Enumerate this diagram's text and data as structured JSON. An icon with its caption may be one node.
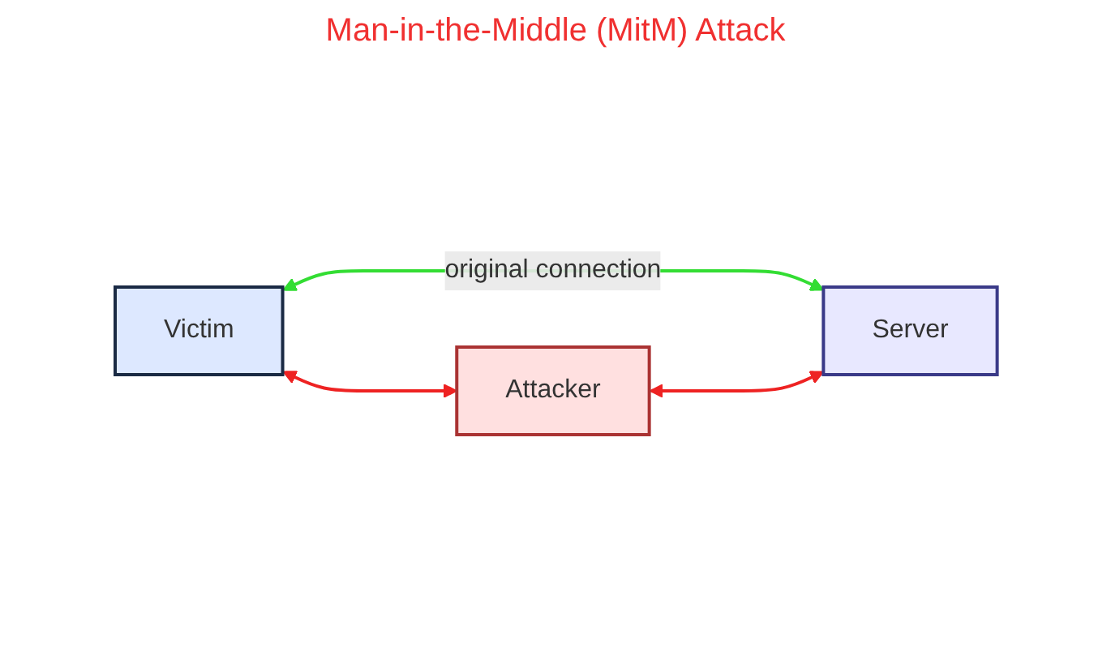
{
  "diagram": {
    "nodes": [
      {
        "text": [
          "Victim"
        ]
      },
      {
        "text": [
          "Server"
        ]
      },
      {
        "text": [
          "Attacker"
        ]
      }
    ],
    "edges": [
      {
        "from": 0,
        "to": 1,
        "arrow": "both",
        "label": "original connection",
        "color": "#33dd33"
      },
      {
        "from": 0,
        "to": 2,
        "arrow": "both"
      },
      {
        "from": 2,
        "to": 1,
        "arrow": "both"
      }
    ],
    "labels": [
      "Man-in-the-Middle (MitM) Attack"
    ]
  }
}
